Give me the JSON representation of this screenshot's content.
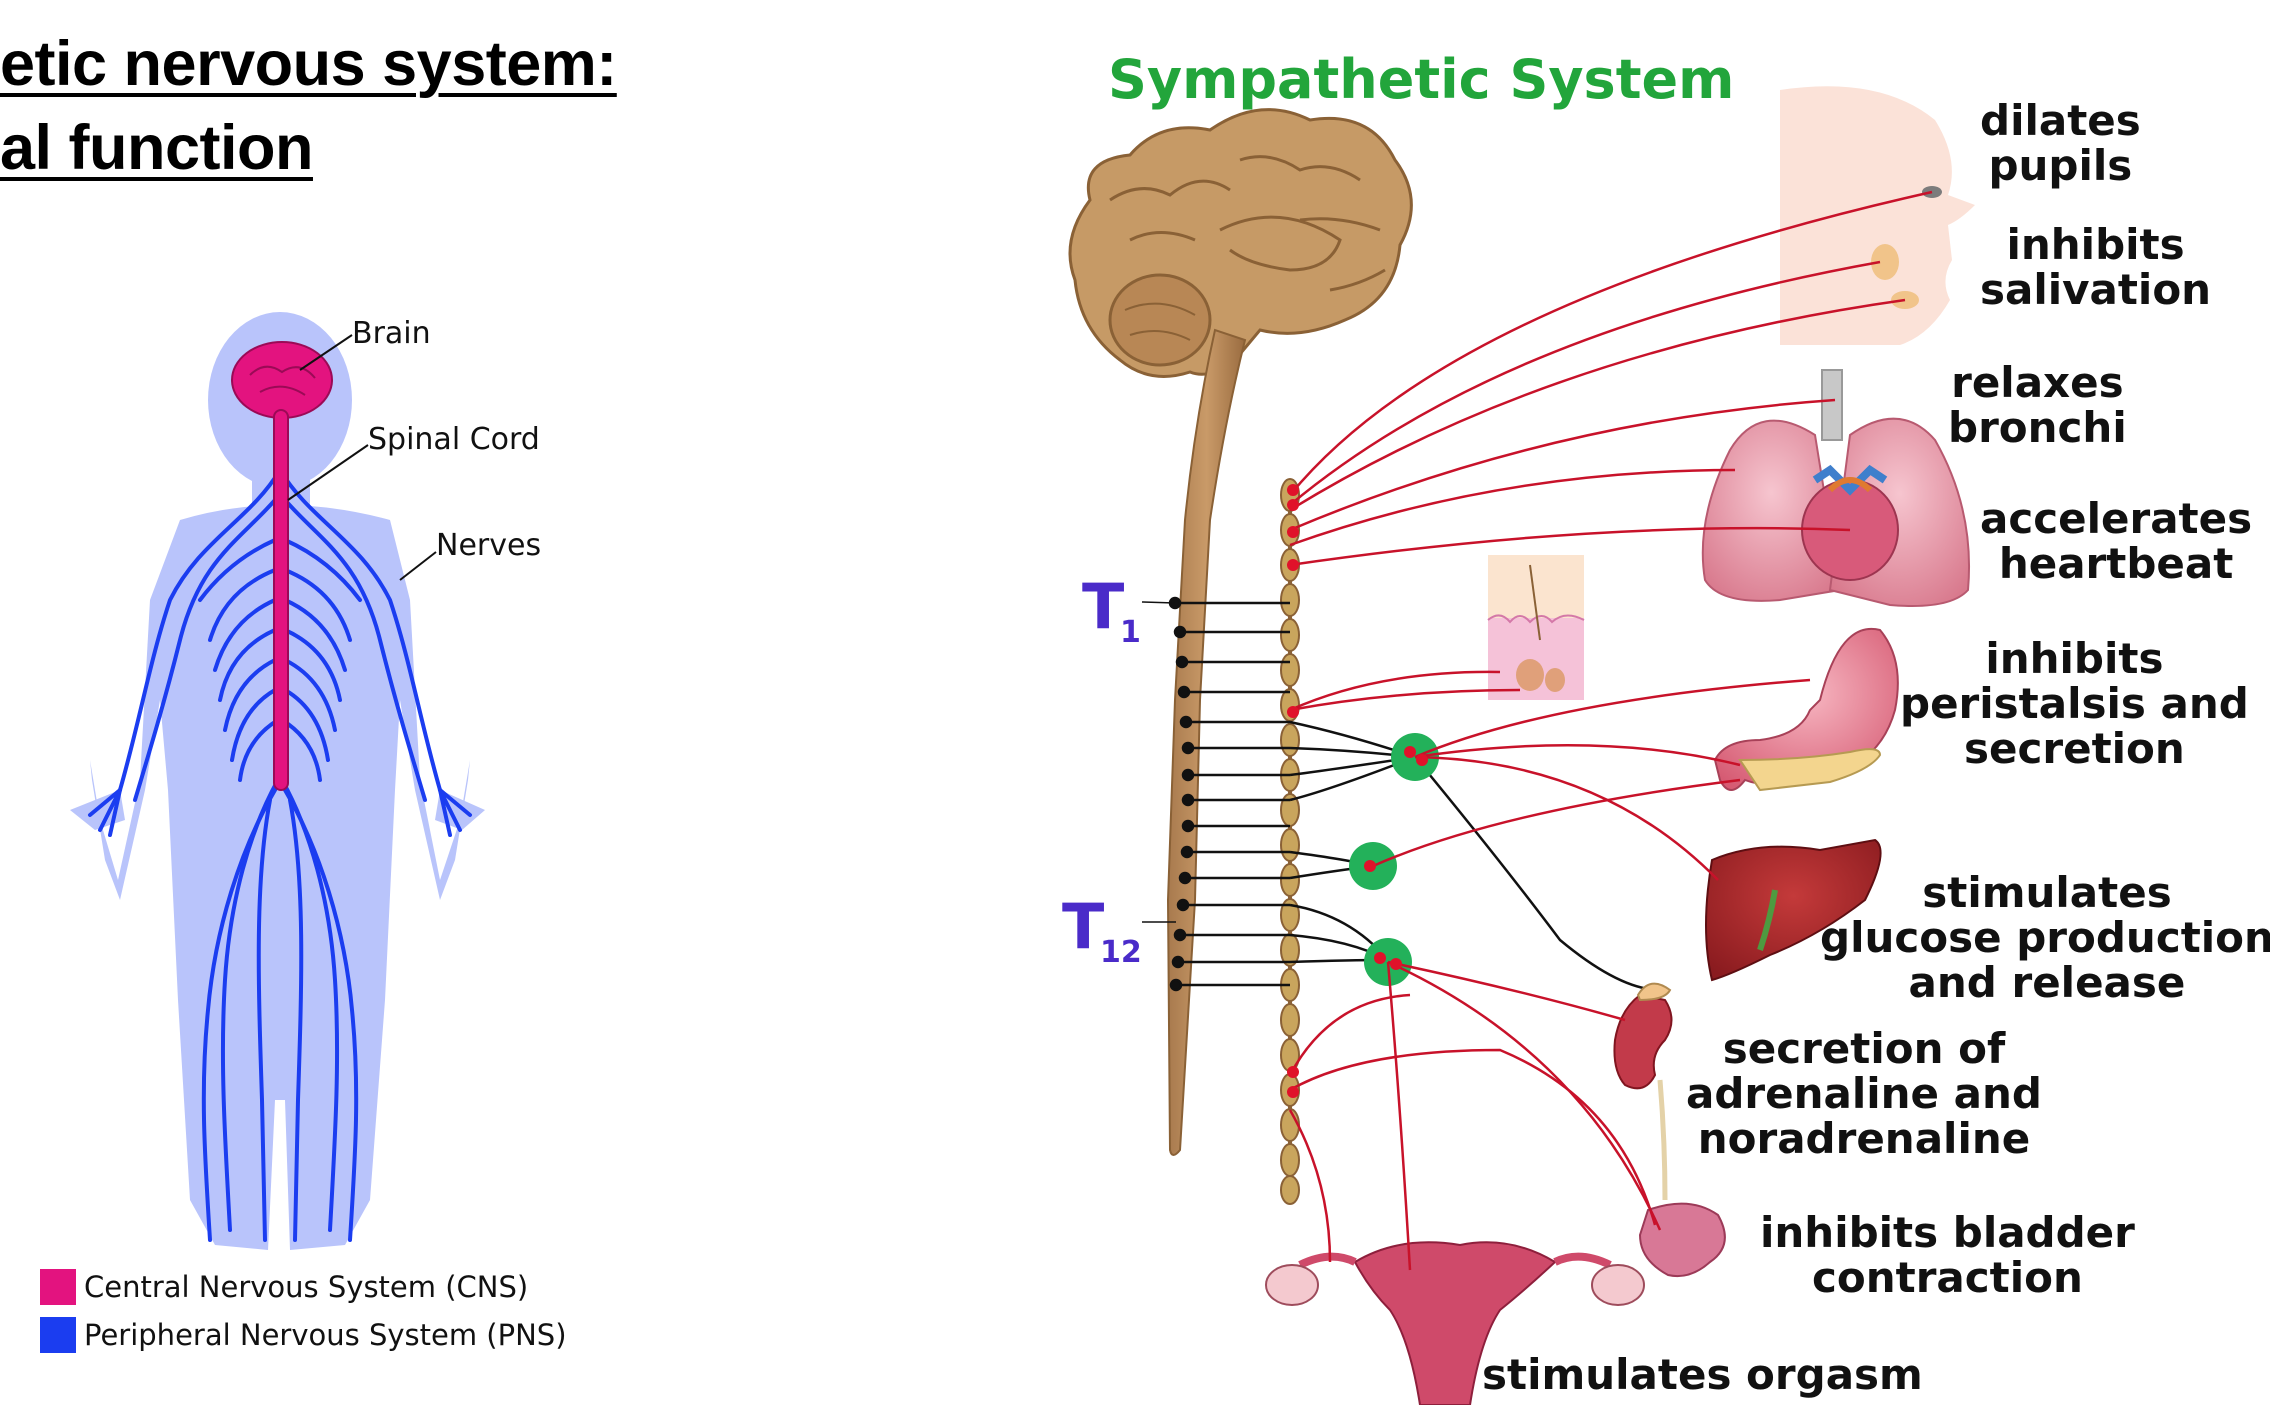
{
  "slide": {
    "title_line1": "etic nervous system:",
    "title_line2": "al function"
  },
  "body_diagram": {
    "labels": {
      "brain": "Brain",
      "spinal_cord": "Spinal Cord",
      "nerves": "Nerves"
    },
    "legend": [
      {
        "label": "Central Nervous System (CNS)",
        "color": "#e3137f"
      },
      {
        "label": "Peripheral Nervous System (PNS)",
        "color": "#1b3df0"
      }
    ]
  },
  "sympathetic_diagram": {
    "title": "Sympathetic System",
    "title_color": "#22a53b",
    "t1_letter": "T",
    "t1_sub": "1",
    "t12_letter": "T",
    "t12_sub": "12",
    "effects": {
      "pupils": "dilates\npupils",
      "salivation": "inhibits\nsalivation",
      "bronchi": "relaxes\nbronchi",
      "heartbeat": "accelerates\nheartbeat",
      "peristalsis": "inhibits\nperistalsis and\nsecretion",
      "glucose": "stimulates\nglucose production\nand release",
      "adrenaline": "secretion of\nadrenaline and\nnoradrenaline",
      "bladder": "inhibits bladder\ncontraction",
      "orgasm": "stimulates orgasm"
    }
  }
}
